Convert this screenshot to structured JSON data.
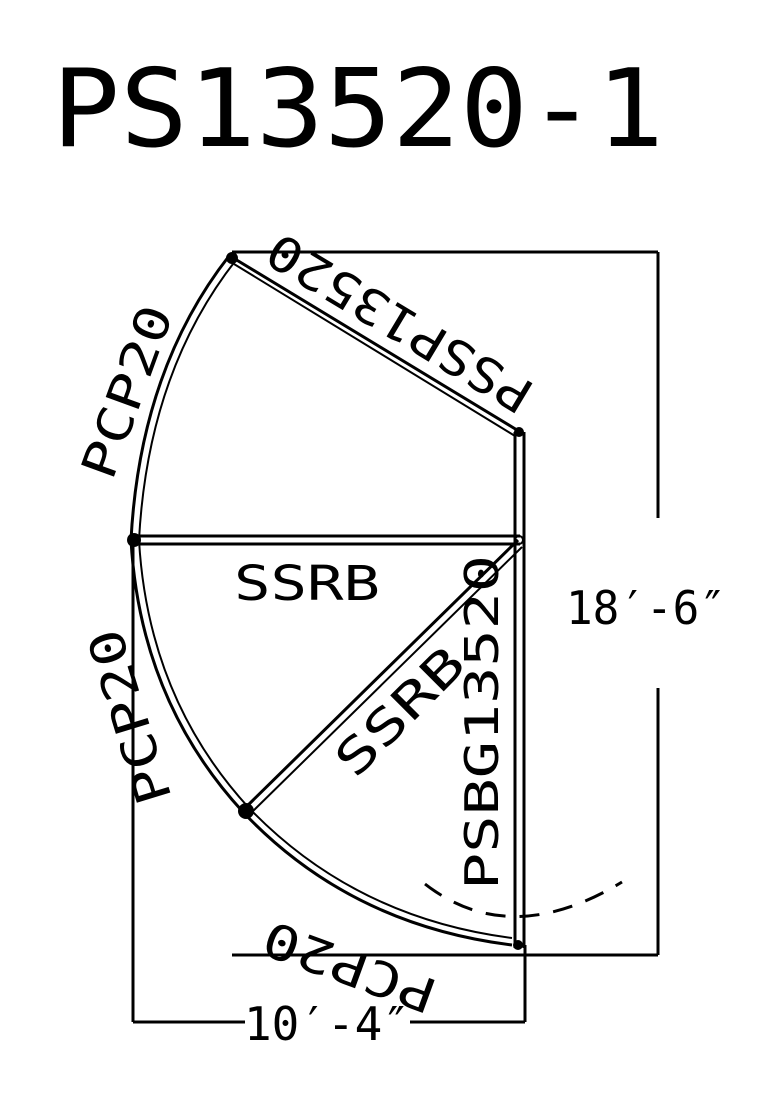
{
  "drawing": {
    "title": "PS13520-1",
    "part_labels": {
      "top_diagonal": "PSSP13520",
      "upper_arc": "PCP20",
      "middle_beam": "SSRB",
      "lower_arc": "PCP20",
      "diagonal_beam": "SSRB",
      "vertical_post": "PSBG13520",
      "bottom_arc": "PCP20"
    },
    "dimensions": {
      "height": "18′-6″",
      "width": "10′-4″"
    },
    "colors": {
      "line": "#000000",
      "background": "#ffffff"
    }
  }
}
